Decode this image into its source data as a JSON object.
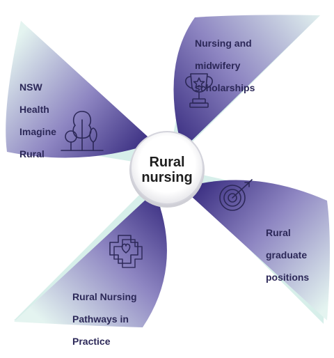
{
  "hub": {
    "line1": "Rural",
    "line2": "nursing"
  },
  "blades": [
    {
      "lines": [
        "NSW",
        "Health",
        "Imagine",
        "Rural"
      ],
      "icon": "trees-icon"
    },
    {
      "lines": [
        "Nursing and",
        "midwifery",
        "scholarships"
      ],
      "icon": "trophy-star-icon"
    },
    {
      "lines": [
        "Rural",
        "graduate",
        "positions"
      ],
      "icon": "target-arrow-icon"
    },
    {
      "lines": [
        "Rural Nursing",
        "Pathways in",
        "Practice"
      ],
      "icon": "medical-cross-heart-icon"
    }
  ],
  "colors": {
    "blade_light": "#d7efea",
    "blade_dark": "#3d3184",
    "icon_stroke": "#2c2858",
    "text": "#2c2858"
  }
}
